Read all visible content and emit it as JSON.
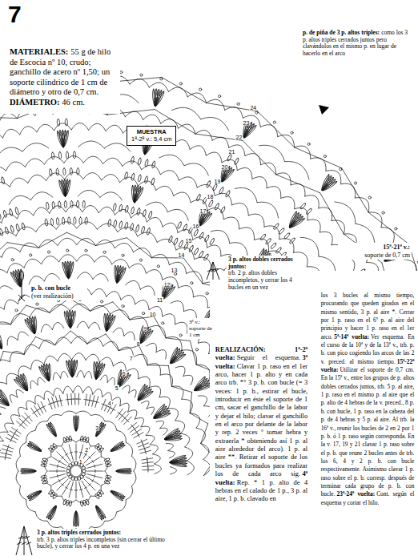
{
  "diagram": {
    "nodes": [
      {
        "text": [
          "MUESTRA",
          "1ª-2ª v.: 5,4 cm"
        ]
      }
    ],
    "labels": [
      "7",
      "MATERIALES:",
      "55 g de hilo de Escocia nº 10, crudo; ganchillo de acero nº 1,50; un soporte cilíndrico de 1 cm de diámetro y otro de 0,7 cm.",
      "DIÁMETRO:",
      "46 cm.",
      "p. de piña de 3 p. altos triples:",
      "como los 3 p. altos triples cerrados juntos pero clavándolos en el mismo p. en lugar de hacerlo en el arco",
      "p. b. con bucle",
      "(ver realización)",
      "15ª-21ª v.:",
      "soporte de 0,7 cm",
      "3 p. altos dobles cerrados juntos:",
      "trb. 2 p. altos dobles incompletos, y cerrar los 4 bucles en un vez",
      "3ª v.: soporte de 1 cm",
      "3 p. altos triples cerrados juntos:",
      "trb. 3 p. altos triples incompletos (sin cerrar el último bucle), y cerrar los 4 p. en una vez",
      "REALIZACIÓN: 1ª-2ª vuelta:",
      "Seguir el esquema.",
      "3ª vuelta:",
      "Clavar 1 p. raso en el 1er arco, hacer 1 p. alto y en cada arco trb. *° 3 p. b. con bucle (= 3 veces: 1 p. b., estirar el bucle, introducir en éste el soporte de 1 cm, sacar el ganchillo de la labor y dejar el hilo; clavar el ganchillo en el arco por delante de la labor y rep. 2 veces ° tomar hebra y extraerla * obteniendo así 1 p. al aire alrededor del arco). 1 p. al aire **. Retirar el soporte de los bucles ya formados para realizar los de cada arco sig.",
      "4ª vuelta:",
      "Rep. * 1 p. alto de 4 hebras en el calado de 1 p., 3 p. al aire, 1 p. b. clavado en",
      "los 3 bucles al mismo tiempo, procurando que queden girados en el mismo sentido, 3 p. al aire *. Cerrar por 1 p. raso en el 6º p. al aire del principio y hacer 1 p. raso en el 1er arco.",
      "5ª-14ª vuelta:",
      "Ver esquema. En el curso de la 10ª y de la 13ª v., trb. p. b. con pico cogiendo los arcos de las 2 v. preced. al mismo tiempo.",
      "15ª-22ª vuelta:",
      "Utilizar el soporte de 0,7 cm. En la 15ª v., entre los grupos de p. altos dobles cerrados juntos, trb. 5 p. al aire, 1 p. raso en el mismo p. al aire que el p. alto de 4 hebras de la v. preced., 8 p. b. con bucle, 1 p. raso en la cabeza del p. de 4 hebras y 5 p. al aire. Al trb. la 16ª v., reunir los bucles de 2 en 2 por 1 p. b. ó 1 p. raso según corresponda. En la v. 17, 19 y 21 clavar 1 p. raso sobre el p. b. que reune 2 bucles antes de trb. los 6, 4 y 2 p. b. con bucle respectivamente. Asimismo clavar 1 p. raso sobre el p. b. corresp. después de terminar cada grupo de p. b. con bucle.",
      "23ª-24ª vuelta:",
      "Cont. según el esquema y cortar el hilo.",
      "1",
      "2",
      "3",
      "4",
      "5",
      "6",
      "7",
      "8",
      "9",
      "10",
      "11",
      "12",
      "13",
      "14",
      "15",
      "16",
      "17",
      "18",
      "19",
      "20",
      "21",
      "22",
      "23",
      "24"
    ]
  }
}
